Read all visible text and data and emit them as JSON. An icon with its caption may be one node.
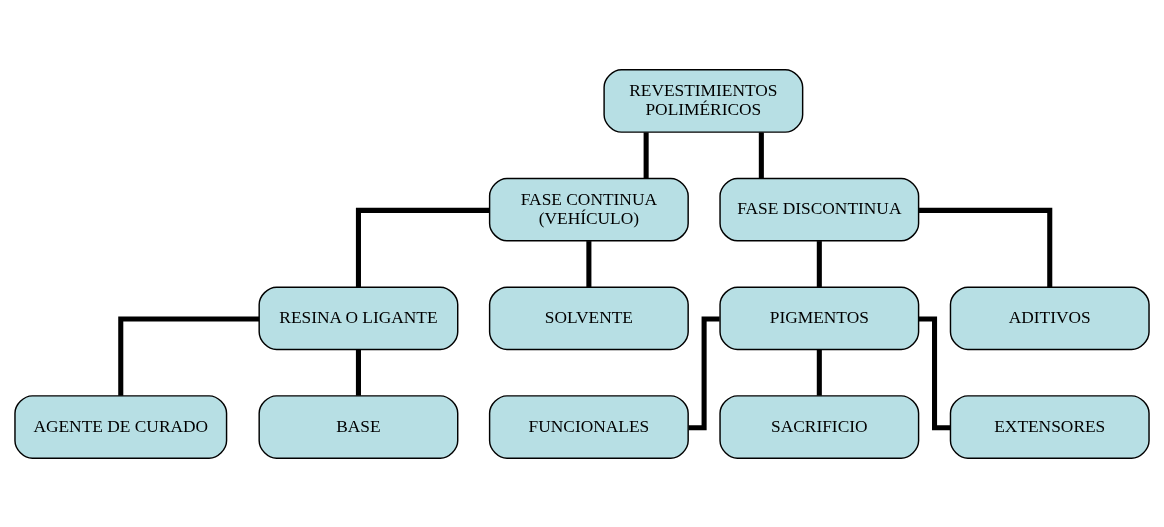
{
  "diagram": {
    "nodes": [
      {
        "text": [
          "REVESTIMIENTOS POLIMÉRICOS"
        ]
      },
      {
        "text": [
          "FASE CONTINUA (VEHÍCULO)"
        ]
      },
      {
        "text": [
          "FASE DISCONTINUA"
        ]
      },
      {
        "text": [
          "RESINA O LIGANTE"
        ]
      },
      {
        "text": [
          "SOLVENTE"
        ]
      },
      {
        "text": [
          "PIGMENTOS"
        ]
      },
      {
        "text": [
          "ADITIVOS"
        ]
      },
      {
        "text": [
          "AGENTE DE CURADO"
        ]
      },
      {
        "text": [
          "BASE"
        ]
      },
      {
        "text": [
          "FUNCIONALES"
        ]
      },
      {
        "text": [
          "SACRIFICIO"
        ]
      },
      {
        "text": [
          "EXTENSORES"
        ]
      }
    ],
    "edges": [
      {
        "from": 0,
        "to": 1,
        "arrow": "none"
      },
      {
        "from": 0,
        "to": 2,
        "arrow": "none"
      },
      {
        "from": 1,
        "to": 3,
        "arrow": "none"
      },
      {
        "from": 1,
        "to": 4,
        "arrow": "none"
      },
      {
        "from": 2,
        "to": 5,
        "arrow": "none"
      },
      {
        "from": 2,
        "to": 6,
        "arrow": "none"
      },
      {
        "from": 3,
        "to": 7,
        "arrow": "none"
      },
      {
        "from": 3,
        "to": 8,
        "arrow": "none"
      },
      {
        "from": 5,
        "to": 9,
        "arrow": "none"
      },
      {
        "from": 5,
        "to": 10,
        "arrow": "none"
      },
      {
        "from": 5,
        "to": 11,
        "arrow": "none"
      }
    ]
  }
}
